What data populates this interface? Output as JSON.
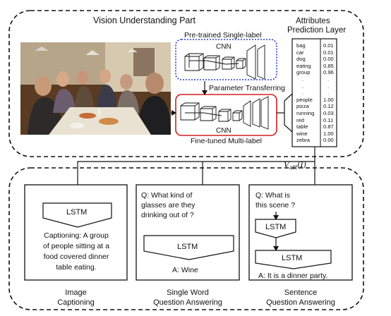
{
  "vision": {
    "title": "Vision Understanding Part",
    "pretrained_label": "Pre-trained Single-label",
    "cnn_top": "CNN",
    "parameter_transferring": "Parameter Transferring",
    "cnn_bottom": "CNN",
    "finetuned_label": "Fine-tuned  Multi-label"
  },
  "attributes": {
    "title_line1": "Attributes",
    "title_line2": "Prediction Layer",
    "names": [
      "bag",
      "car",
      "dog",
      "eating",
      "group",
      ".",
      ".",
      ".",
      "people",
      "pizza",
      "running",
      "red",
      "table",
      "wine",
      "zebra"
    ],
    "values": [
      "0.01",
      "0.01",
      "0.00",
      "0.85",
      "0.96",
      ".",
      ".",
      ".",
      "1.00",
      "0.12",
      "0.03",
      "0.11",
      "0.87",
      "1.00",
      "0.00"
    ]
  },
  "vatt_label": "V",
  "vatt_sub": "att",
  "vatt_arg": "(I)",
  "tasks": {
    "captioning": {
      "lstm": "LSTM",
      "text_lines": [
        "Captioning: A group",
        "of people sitting at a",
        "food covered dinner",
        "table eating."
      ],
      "title_lines": [
        "Image",
        "Captioning"
      ]
    },
    "single_word": {
      "question_lines": [
        "Q: What kind of",
        "glasses are they",
        "drinking out of ?"
      ],
      "lstm": "LSTM",
      "answer": "A: Wine",
      "title_lines": [
        "Single Word",
        "Question Answering"
      ]
    },
    "sentence": {
      "question_lines": [
        "Q: What is",
        "this scene ?"
      ],
      "lstm1": "LSTM",
      "lstm2": "LSTM",
      "answer": "A: It is a dinner party.",
      "title_lines": [
        "Sentence",
        "Question Answering"
      ]
    }
  }
}
